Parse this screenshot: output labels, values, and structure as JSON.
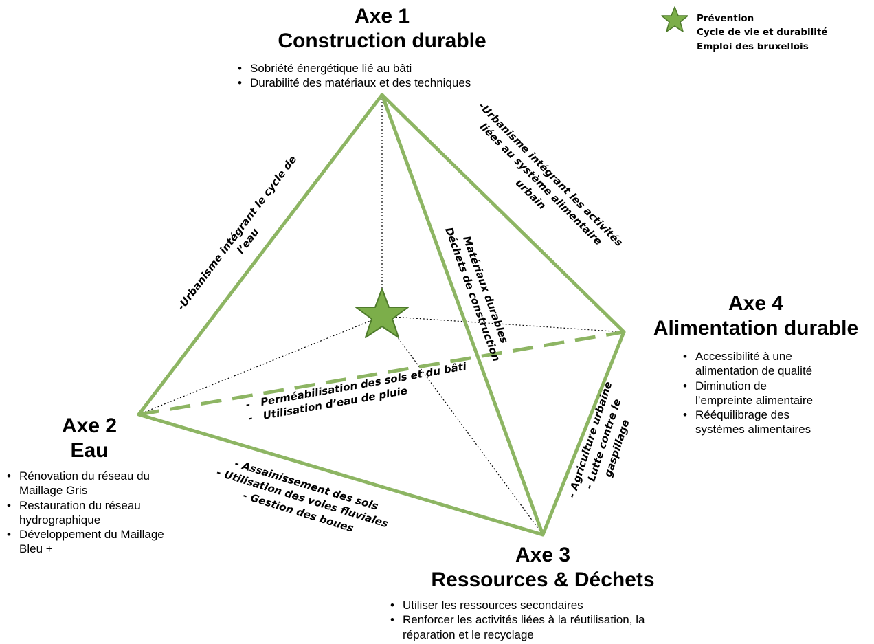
{
  "legend": {
    "icon": "star-icon",
    "lines": [
      "Prévention",
      "Cycle de vie et durabilité",
      "Emploi des bruxellois"
    ]
  },
  "axes": [
    {
      "number": "Axe 1",
      "name": "Construction durable",
      "points": [
        "Sobriété énergétique lié au bâti",
        "Durabilité des matériaux et des techniques"
      ]
    },
    {
      "number": "Axe 2",
      "name": "Eau",
      "points": [
        "Rénovation du réseau du Maillage Gris",
        "Restauration du réseau hydrographique",
        "Développement du Maillage Bleu +"
      ]
    },
    {
      "number": "Axe 3",
      "name": "Ressources & Déchets",
      "points": [
        "Utiliser les ressources secondaires",
        "Renforcer les activités liées à la réutilisation, la réparation et le recyclage"
      ]
    },
    {
      "number": "Axe 4",
      "name": "Alimentation durable",
      "points": [
        "Accessibilité à une alimentation de qualité",
        "Diminution de l’empreinte alimentaire",
        "Rééquilibrage des systèmes alimentaires"
      ]
    }
  ],
  "edges": {
    "axe1_axe2": "-Urbanisme intégrant le cycle de\nl’eau",
    "axe1_axe4": "-Urbanisme intégrant les activités\nliées au système alimentaire\nurbain",
    "axe1_axe3": "Matériaux durables\nDéchets de construction",
    "axe2_axe4": "-   Perméabilisation des sols et du bâti\n-   Utilisation d’eau de pluie",
    "axe2_axe3": "- Assainissement des sols\n- Utilisation des voies fluviales\n- Gestion des boues",
    "axe3_axe4": "- Agriculture urbaine\n- Lutte contre le\ngaspillage"
  },
  "colors": {
    "edge_green": "#8DB563",
    "star_fill": "#7CAE4A",
    "star_stroke": "#4E7A2B"
  }
}
